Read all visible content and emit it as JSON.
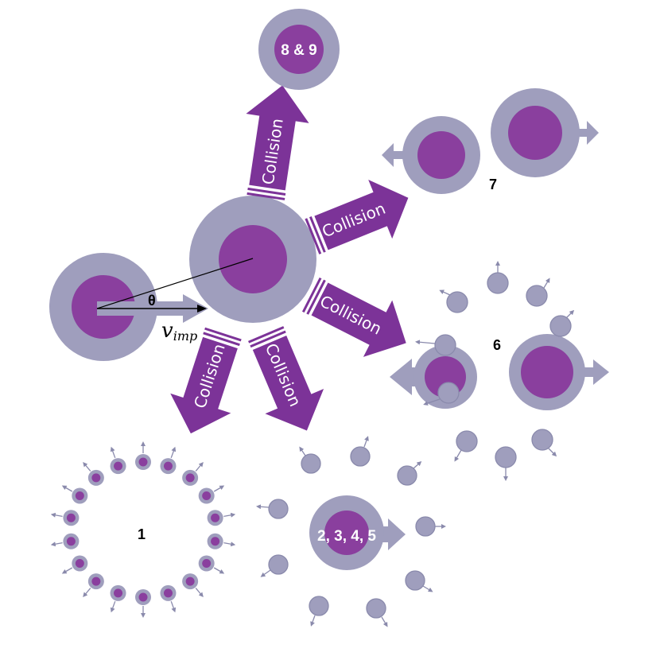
{
  "colors": {
    "shell": "#9f9ebd",
    "core": "#8a3f9e",
    "arrow": "#7c3398",
    "small_arrow": "#8a8aac",
    "text_dark": "#000000",
    "text_light": "#ffffff"
  },
  "labels": {
    "theta": "θ",
    "v_main": "v",
    "v_sub": "imp",
    "collision": "Collision",
    "channel_1": "1",
    "channel_2345": "2, 3, 4, 5",
    "channel_6": "6",
    "channel_7": "7",
    "channel_89": "8 & 9"
  }
}
